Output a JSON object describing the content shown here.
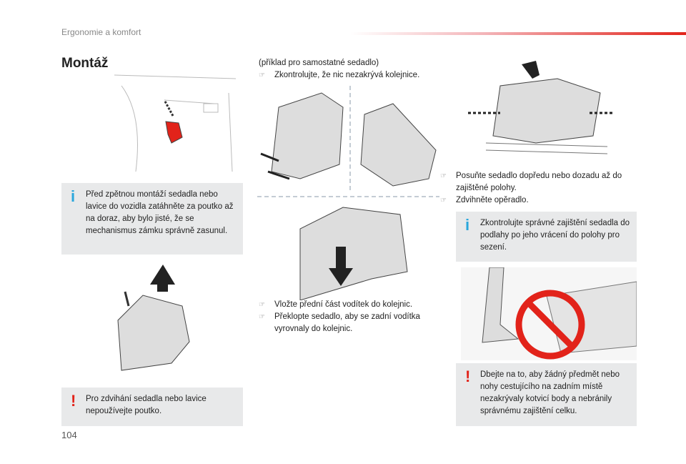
{
  "header": {
    "section": "Ergonomie a komfort",
    "page_number": "104"
  },
  "title": "Montáž",
  "info_box_1": "Před zpětnou montáží sedadla nebo lavice do vozidla zatáhněte za poutko až na doraz, aby bylo jisté, že se mechanismus zámku správně zasunul.",
  "warning_box_1": "Pro zdvihání sedadla nebo lavice nepoužívejte poutko.",
  "middle": {
    "example": "(příklad pro samostatné sedadlo)",
    "bullets_top": [
      "Zkontrolujte, že nic nezakrývá kolejnice."
    ],
    "bullets_bottom": [
      "Vložte přední část vodítek do kolejnic.",
      "Překlopte sedadlo, aby se zadní vodítka vyrovnaly do kolejnic."
    ]
  },
  "right": {
    "bullets": [
      "Posuňte sedadlo dopředu nebo dozadu až do zajištěné polohy.",
      "Zdvihněte opěradlo."
    ],
    "info_box": "Zkontrolujte správné zajištění sedadla do podlahy po jeho vrácení do polohy pro sezení.",
    "warning_box": "Dbejte na to, aby žádný předmět nebo nohy cestujícího na zadním místě nezakrývaly kotvicí body a nebránily správnému zajištění celku."
  },
  "icons": {
    "info": "i",
    "warning": "!",
    "bullet": "☞"
  },
  "colors": {
    "info": "#2aa7dc",
    "warning": "#e2231a",
    "box_bg": "#e8e9ea"
  }
}
